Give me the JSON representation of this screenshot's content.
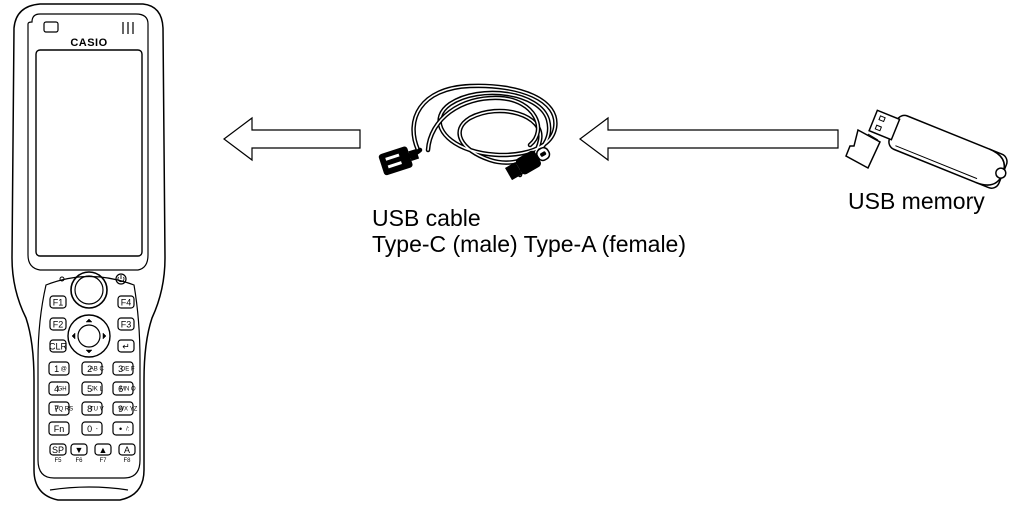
{
  "device": {
    "brand": "CASIO",
    "keypad": {
      "left_column": [
        "F1",
        "F2",
        "CLR"
      ],
      "right_column": [
        "F4",
        "F3",
        "↵"
      ],
      "number_rows": [
        [
          {
            "main": "1",
            "sub": "@"
          },
          {
            "main": "2",
            "sub": "AB C"
          },
          {
            "main": "3",
            "sub": "DE F"
          }
        ],
        [
          {
            "main": "4",
            "sub": "GH I"
          },
          {
            "main": "5",
            "sub": "JK L"
          },
          {
            "main": "6",
            "sub": "MN O"
          }
        ],
        [
          {
            "main": "7",
            "sub": "PQ RS"
          },
          {
            "main": "8",
            "sub": "TU V"
          },
          {
            "main": "9",
            "sub": "WX YZ"
          }
        ],
        [
          {
            "main": "Fn",
            "sub": ""
          },
          {
            "main": "0",
            "sub": "-"
          },
          {
            "main": "•",
            "sub": "/:"
          }
        ]
      ],
      "bottom_row": [
        "SP",
        "▼",
        "▲",
        "A"
      ],
      "bottom_fn_labels": [
        "F5",
        "F6",
        "F7",
        "F8"
      ]
    }
  },
  "labels": {
    "cable_line1": "USB cable",
    "cable_line2": "Type-C (male) Type-A (female)",
    "memory": "USB memory"
  }
}
